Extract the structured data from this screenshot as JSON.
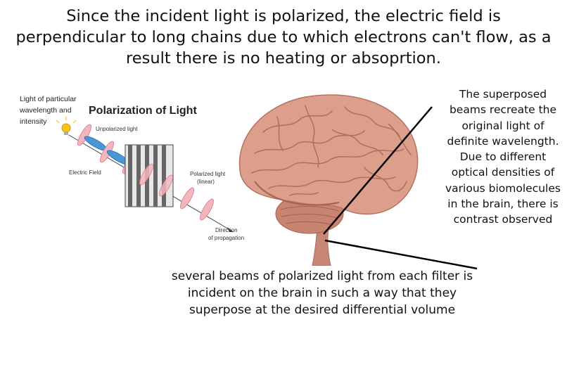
{
  "header": {
    "text": "Since the incident light is polarized, the electric field is perpendicular to long chains due to which electrons can't flow, as a result there is no heating or absoprtion."
  },
  "polarization_figure": {
    "title": "Polarization of Light",
    "source_label_lines": [
      "Light of particular",
      "wavelength and",
      "intensity"
    ],
    "unpolarized_label": "Unpolarized light",
    "electric_field_label": "Electric Field",
    "polarized_label_lines": [
      "Polarized light",
      "(linear)"
    ],
    "direction_label_lines": [
      "Direction",
      "of propagation"
    ],
    "colors": {
      "wave_pink": "#f4b6bd",
      "wave_blue": "#4a97d8",
      "filter": "#555555",
      "bulb": "#f5c518"
    }
  },
  "brain": {
    "icon": "brain-icon",
    "colors": {
      "cortex": "#d99a86",
      "shadow": "#b86f5c",
      "stem": "#c88674"
    }
  },
  "annotations": {
    "right_note": "The superposed beams recreate the original light of definite wavelength. Due to different optical densities of various biomolecules in the brain, there is contrast observed",
    "bottom_note": "several beams of polarized light from each filter is incident on the brain in such a way that they superpose at the desired differential volume"
  }
}
